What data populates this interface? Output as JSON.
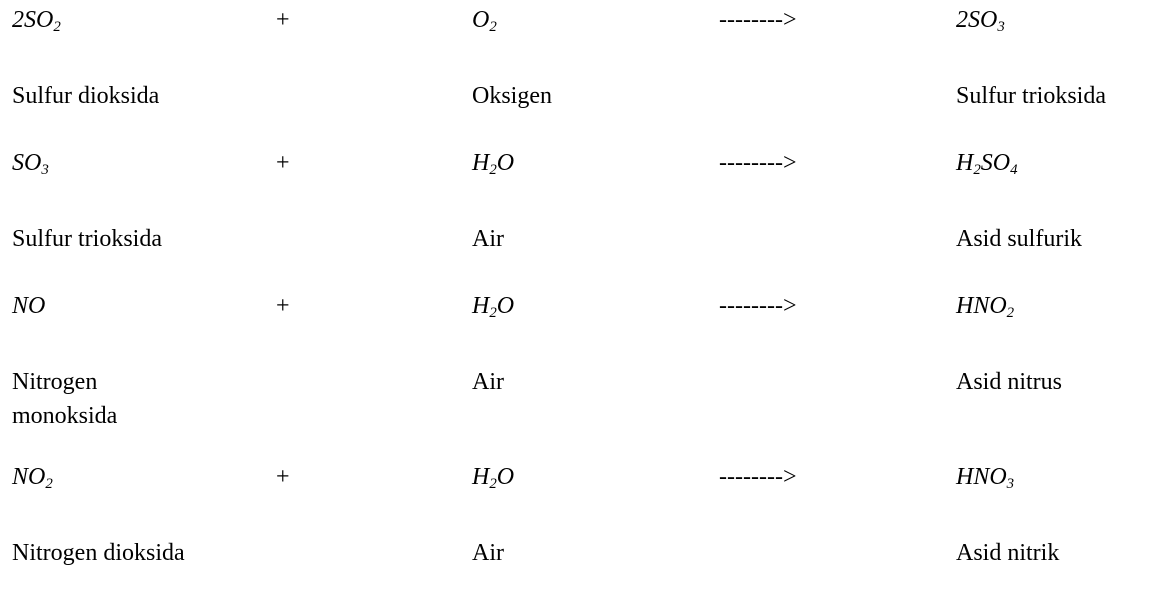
{
  "document": {
    "reactions": [
      {
        "reactant1": {
          "base": "2SO",
          "sub": "2"
        },
        "operator": "+",
        "reactant2": {
          "base": "O",
          "sub": "2"
        },
        "arrow": "-------->",
        "product": {
          "parts": [
            {
              "base": "2SO",
              "sub": "3"
            }
          ]
        },
        "name1": "Sulfur dioksida",
        "name2": "Oksigen",
        "name_product": "Sulfur trioksida"
      },
      {
        "reactant1": {
          "base": "SO",
          "sub": "3"
        },
        "operator": "+",
        "reactant2": {
          "base": "H",
          "sub": "2",
          "tail": "O"
        },
        "arrow": "-------->",
        "product": {
          "parts": [
            {
              "base": "H",
              "sub": "2"
            },
            {
              "base": "SO",
              "sub": "4"
            }
          ]
        },
        "name1": "Sulfur trioksida",
        "name2": "Air",
        "name_product": "Asid sulfurik"
      },
      {
        "reactant1": {
          "base": "NO",
          "sub": ""
        },
        "operator": "+",
        "reactant2": {
          "base": "H",
          "sub": "2",
          "tail": "O"
        },
        "arrow": "-------->",
        "product": {
          "parts": [
            {
              "base": "HNO",
              "sub": "2"
            }
          ]
        },
        "name1": "Nitrogen monoksida",
        "name2": "Air",
        "name_product": "Asid nitrus"
      },
      {
        "reactant1": {
          "base": "NO",
          "sub": "2"
        },
        "operator": "+",
        "reactant2": {
          "base": "H",
          "sub": "2",
          "tail": "O"
        },
        "arrow": "-------->",
        "product": {
          "parts": [
            {
              "base": "HNO",
              "sub": "3"
            }
          ]
        },
        "name1": "Nitrogen dioksida",
        "name2": "Air",
        "name_product": "Asid nitrik"
      }
    ]
  }
}
